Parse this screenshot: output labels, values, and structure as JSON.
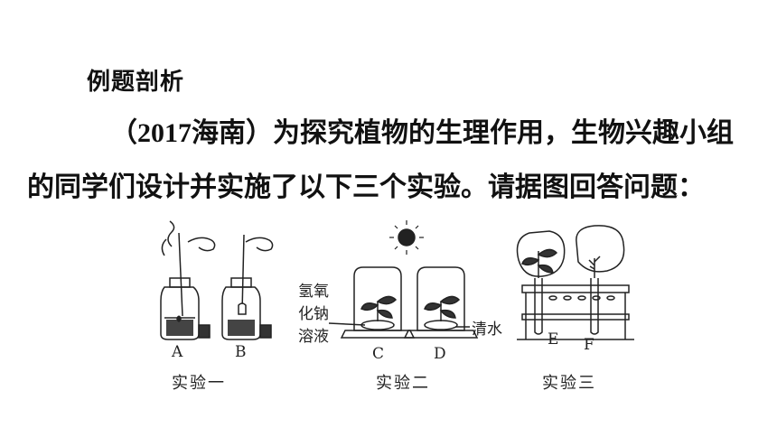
{
  "heading": "例题剖析",
  "question": {
    "year": "2017",
    "source": "海南",
    "text_line1": "为探究植物的生理作用，生物兴趣小组",
    "text_line2": "的同学们设计并实施了以下三个实验。请据图回答问题："
  },
  "figure": {
    "labels": {
      "a": "A",
      "b": "B",
      "c": "C",
      "d": "D",
      "e": "E",
      "f": "F",
      "naoh_line1": "氢氧",
      "naoh_line2": "化钠",
      "naoh_line3": "溶液",
      "water": "清水"
    },
    "captions": [
      "实验一",
      "实验二",
      "实验三"
    ],
    "icons": [
      "sun-icon",
      "jar-icon",
      "bell-jar-icon",
      "test-tube-rack-icon",
      "plant-icon"
    ]
  }
}
